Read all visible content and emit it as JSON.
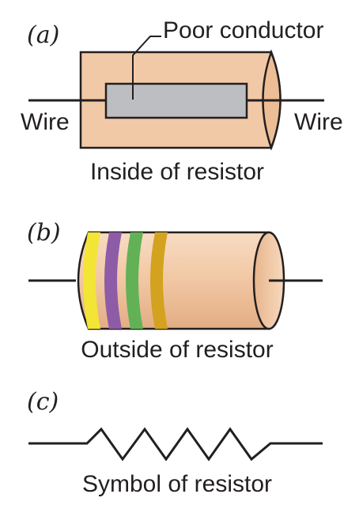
{
  "panel_a": {
    "letter": "(a)",
    "callout_label": "Poor conductor",
    "wire_left_label": "Wire",
    "wire_right_label": "Wire",
    "caption": "Inside of resistor"
  },
  "panel_b": {
    "letter": "(b)",
    "caption": "Outside of resistor",
    "bands": [
      {
        "name": "yellow-band",
        "color": "#f2e535"
      },
      {
        "name": "purple-band",
        "color": "#8e5ba6"
      },
      {
        "name": "green-band",
        "color": "#62b157"
      },
      {
        "name": "gold-band",
        "color": "#d3a21f"
      }
    ]
  },
  "panel_c": {
    "letter": "(c)",
    "caption": "Symbol of resistor"
  },
  "colors": {
    "body_fill": "#f2c9a6",
    "body_edge": "#231f20",
    "conductor_fill": "#bcbec1",
    "wire": "#231f20",
    "text": "#231f20"
  }
}
